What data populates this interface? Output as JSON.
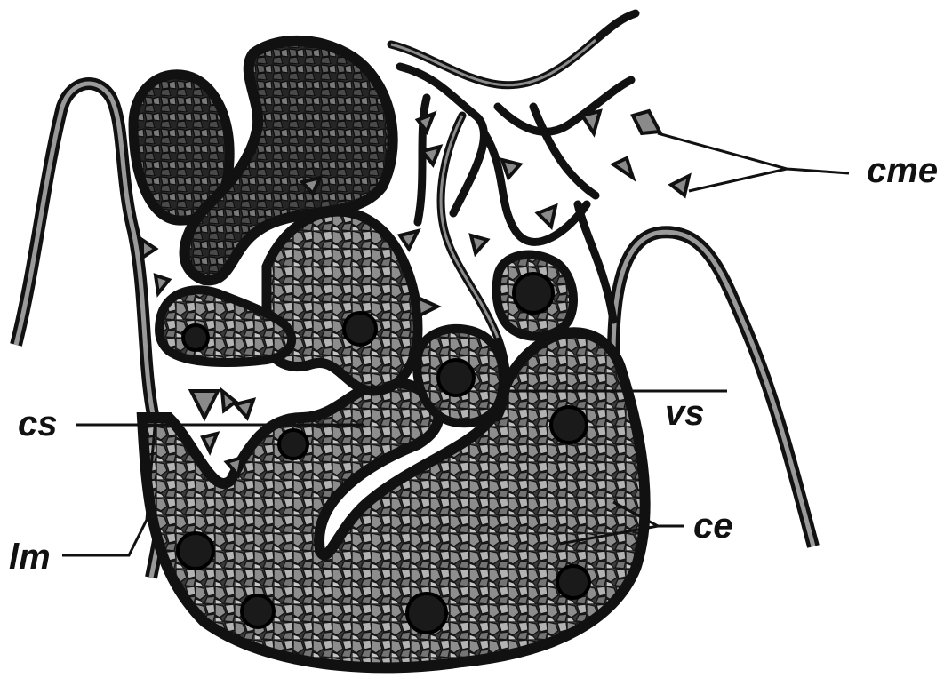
{
  "labels": {
    "cme": "cme",
    "vs": "vs",
    "cs": "cs",
    "ce": "ce",
    "lm": "lm"
  },
  "colors": {
    "ink": "#111111",
    "tissue_dark": "#2f2f2f",
    "tissue_mid": "#6a6a6a",
    "cell_fill": "#9a9a9a",
    "lumen": "#ffffff"
  }
}
